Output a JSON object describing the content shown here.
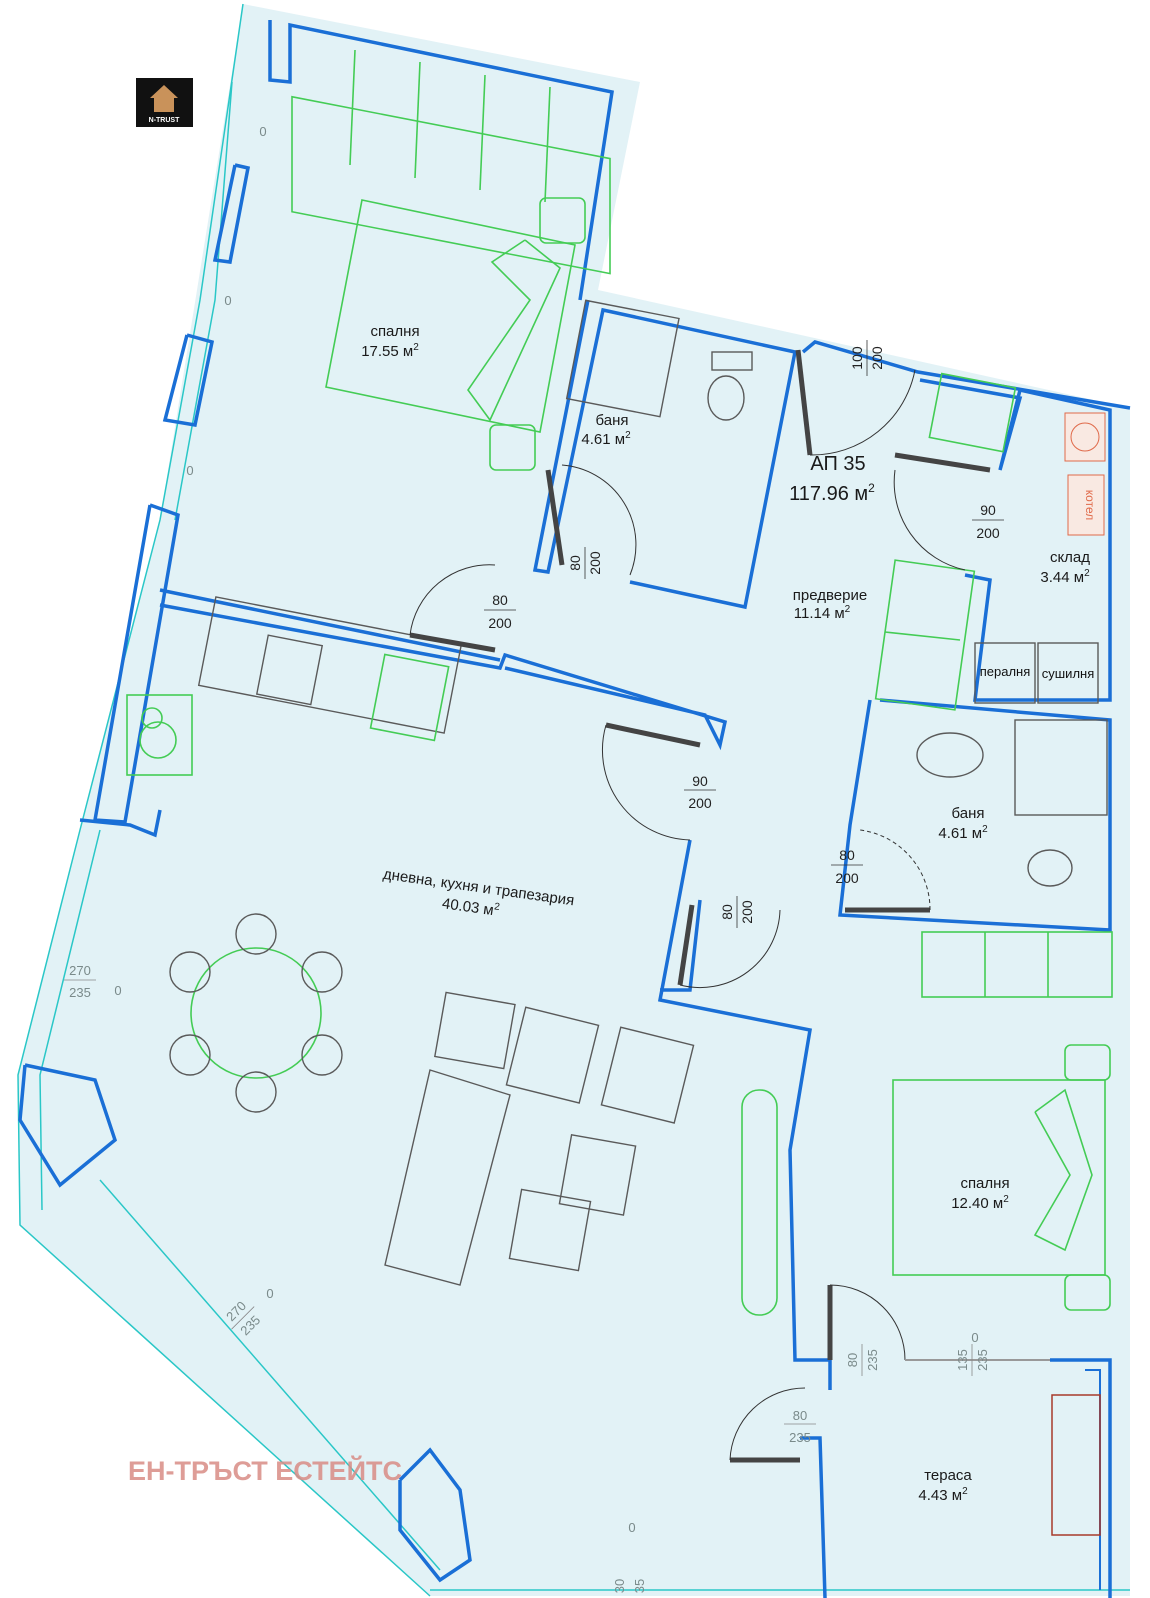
{
  "apartment": {
    "name": "АП 35",
    "area": "117.96 м",
    "sup": "2"
  },
  "logo": {
    "text": "N-TRUST"
  },
  "watermark": {
    "text": "ЕН-ТРЪСТ ЕСТЕЙТС"
  },
  "rooms": {
    "bedroom1": {
      "name": "спалня",
      "area": "17.55 м"
    },
    "bath1": {
      "name": "баня",
      "area": "4.61 м"
    },
    "hall": {
      "name": "предверие",
      "area": "11.14 м"
    },
    "storage": {
      "name": "склад",
      "area": "3.44 м"
    },
    "living": {
      "name": "дневна, кухня и трапезария",
      "area": "40.03 м"
    },
    "bath2": {
      "name": "баня",
      "area": "4.61 м"
    },
    "bedroom2": {
      "name": "спалня",
      "area": "12.40 м"
    },
    "terrace": {
      "name": "тераса",
      "area": "4.43 м"
    },
    "sup": "2"
  },
  "appliances": {
    "washer": "пералня",
    "dryer": "сушилня",
    "boiler": "котел"
  },
  "dimensions": {
    "d100_200": [
      "100",
      "200"
    ],
    "d80_200_bath1": [
      "80",
      "200"
    ],
    "d80_200_bed1": [
      "80",
      "200"
    ],
    "d90_200_storage": [
      "90",
      "200"
    ],
    "d90_200_living": [
      "90",
      "200"
    ],
    "d80_200_bath2": [
      "80",
      "200"
    ],
    "d80_200_bed2": [
      "80",
      "200"
    ],
    "d80_235_terrace1": [
      "80",
      "235"
    ],
    "d135_235": [
      "135",
      "235"
    ],
    "d80_235_terrace2": [
      "80",
      "235"
    ],
    "d270_235_left": [
      "270",
      "235"
    ],
    "d270_235_diag": [
      "270",
      "235"
    ],
    "d30_35": [
      "30",
      "35"
    ],
    "zero": "0"
  },
  "colors": {
    "wall": "#1a6fd6",
    "floor": "#e2f2f6",
    "furniture_green": "#44cc55",
    "exterior": "#2ac7c7"
  }
}
